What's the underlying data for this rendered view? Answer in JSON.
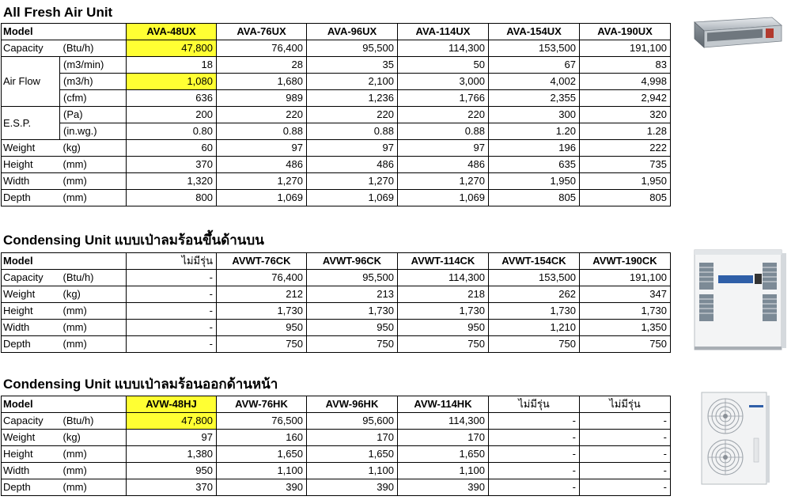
{
  "sections": {
    "fresh_air": {
      "title": "All Fresh Air Unit",
      "header": {
        "label": "Model",
        "models": [
          "AVA-48UX",
          "AVA-76UX",
          "AVA-96UX",
          "AVA-114UX",
          "AVA-154UX",
          "AVA-190UX"
        ]
      },
      "rows": [
        {
          "label": "Capacity",
          "unit": "(Btu/h)",
          "values": [
            "47,800",
            "76,400",
            "95,500",
            "114,300",
            "153,500",
            "191,100"
          ]
        },
        {
          "label": "Air Flow",
          "unit": "(m3/min)",
          "values": [
            "18",
            "28",
            "35",
            "50",
            "67",
            "83"
          ]
        },
        {
          "label": "",
          "unit": "(m3/h)",
          "values": [
            "1,080",
            "1,680",
            "2,100",
            "3,000",
            "4,002",
            "4,998"
          ]
        },
        {
          "label": "",
          "unit": "(cfm)",
          "values": [
            "636",
            "989",
            "1,236",
            "1,766",
            "2,355",
            "2,942"
          ]
        },
        {
          "label": "E.S.P.",
          "unit": "(Pa)",
          "values": [
            "200",
            "220",
            "220",
            "220",
            "300",
            "320"
          ]
        },
        {
          "label": "",
          "unit": "(in.wg.)",
          "values": [
            "0.80",
            "0.88",
            "0.88",
            "0.88",
            "1.20",
            "1.28"
          ]
        },
        {
          "label": "Weight",
          "unit": "(kg)",
          "values": [
            "60",
            "97",
            "97",
            "97",
            "196",
            "222"
          ]
        },
        {
          "label": "Height",
          "unit": "(mm)",
          "values": [
            "370",
            "486",
            "486",
            "486",
            "635",
            "735"
          ]
        },
        {
          "label": "Width",
          "unit": "(mm)",
          "values": [
            "1,320",
            "1,270",
            "1,270",
            "1,270",
            "1,950",
            "1,950"
          ]
        },
        {
          "label": "Depth",
          "unit": "(mm)",
          "values": [
            "800",
            "1,069",
            "1,069",
            "1,069",
            "805",
            "805"
          ]
        }
      ]
    },
    "top_discharge": {
      "title": "Condensing Unit แบบเป่าลมร้อนขึ้นด้านบน",
      "header": {
        "label": "Model",
        "models": [
          "ไม่มีรุ่น",
          "AVWT-76CK",
          "AVWT-96CK",
          "AVWT-114CK",
          "AVWT-154CK",
          "AVWT-190CK"
        ]
      },
      "rows": [
        {
          "label": "Capacity",
          "unit": "(Btu/h)",
          "values": [
            "-",
            "76,400",
            "95,500",
            "114,300",
            "153,500",
            "191,100"
          ]
        },
        {
          "label": "Weight",
          "unit": "(kg)",
          "values": [
            "-",
            "212",
            "213",
            "218",
            "262",
            "347"
          ]
        },
        {
          "label": "Height",
          "unit": "(mm)",
          "values": [
            "-",
            "1,730",
            "1,730",
            "1,730",
            "1,730",
            "1,730"
          ]
        },
        {
          "label": "Width",
          "unit": "(mm)",
          "values": [
            "-",
            "950",
            "950",
            "950",
            "1,210",
            "1,350"
          ]
        },
        {
          "label": "Depth",
          "unit": "(mm)",
          "values": [
            "-",
            "750",
            "750",
            "750",
            "750",
            "750"
          ]
        }
      ]
    },
    "front_discharge": {
      "title": "Condensing Unit แบบเป่าลมร้อนออกด้านหน้า",
      "header": {
        "label": "Model",
        "models": [
          "AVW-48HJ",
          "AVW-76HK",
          "AVW-96HK",
          "AVW-114HK",
          "ไม่มีรุ่น",
          "ไม่มีรุ่น"
        ]
      },
      "rows": [
        {
          "label": "Capacity",
          "unit": "(Btu/h)",
          "values": [
            "47,800",
            "76,500",
            "95,600",
            "114,300",
            "-",
            "-"
          ]
        },
        {
          "label": "Weight",
          "unit": "(kg)",
          "values": [
            "97",
            "160",
            "170",
            "170",
            "-",
            "-"
          ]
        },
        {
          "label": "Height",
          "unit": "(mm)",
          "values": [
            "1,380",
            "1,650",
            "1,650",
            "1,650",
            "-",
            "-"
          ]
        },
        {
          "label": "Width",
          "unit": "(mm)",
          "values": [
            "950",
            "1,100",
            "1,100",
            "1,100",
            "-",
            "-"
          ]
        },
        {
          "label": "Depth",
          "unit": "(mm)",
          "values": [
            "370",
            "390",
            "390",
            "390",
            "-",
            "-"
          ]
        }
      ]
    }
  },
  "colors": {
    "highlight": "#ffff33"
  }
}
